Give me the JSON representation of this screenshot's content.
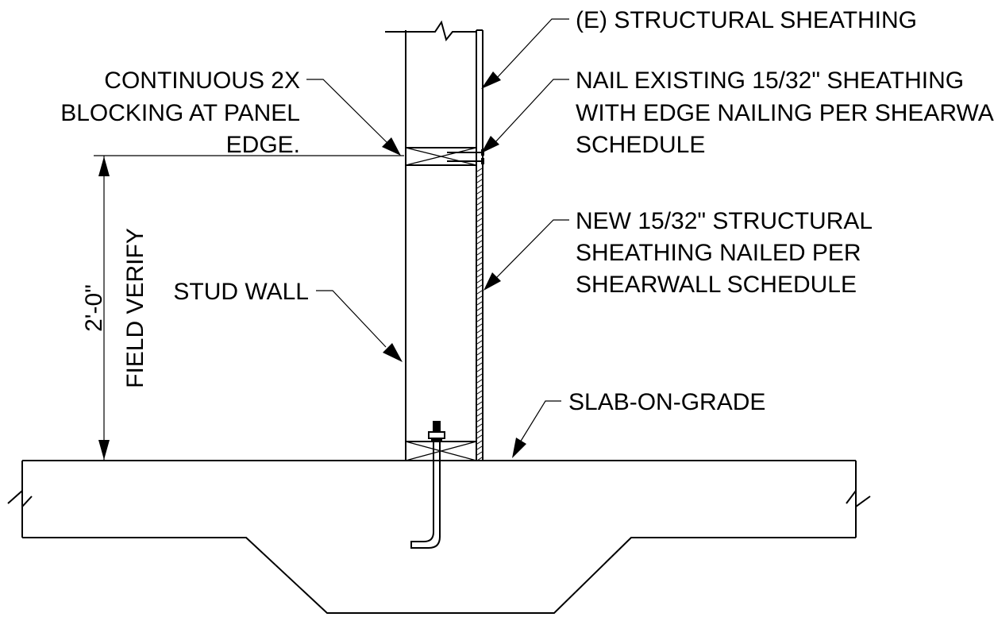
{
  "labels": {
    "existing_sheathing": "(E) STRUCTURAL SHEATHING",
    "nail_existing": [
      "NAIL EXISTING 15/32\" SHEATHING",
      "WITH EDGE NAILING PER SHEARWALL",
      "SCHEDULE"
    ],
    "new_sheathing": [
      "NEW 15/32\" STRUCTURAL",
      "SHEATHING NAILED PER",
      "SHEARWALL SCHEDULE"
    ],
    "blocking": [
      "CONTINUOUS 2X",
      "BLOCKING AT PANEL",
      "EDGE."
    ],
    "stud_wall": "STUD WALL",
    "slab": "SLAB-ON-GRADE",
    "dimension": "2'-0\"",
    "field_verify": "FIELD VERIFY"
  }
}
